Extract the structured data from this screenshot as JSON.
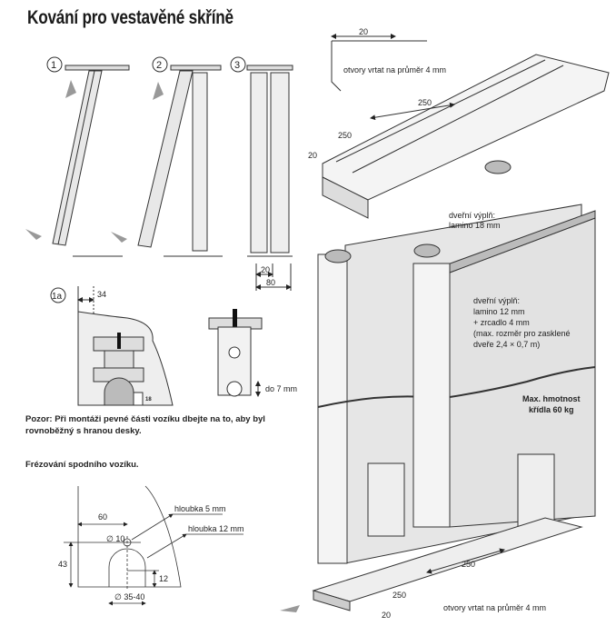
{
  "title": "Kování pro vestavěné skříně",
  "steps": [
    "1",
    "2",
    "3",
    "1a"
  ],
  "dimensions": {
    "profile_top": "20",
    "track_250_a": "250",
    "track_250_b": "250",
    "track_20": "20",
    "step3_20": "20",
    "step3_80": "80",
    "detail_34": "34",
    "detail_18": "18",
    "adjust": "do 7 mm",
    "bottom_250_a": "250",
    "bottom_250_b": "250",
    "bottom_20": "20",
    "mill_60": "60",
    "mill_43": "43",
    "mill_12": "12",
    "mill_d10": "∅ 10",
    "mill_d35": "∅ 35-40",
    "depth5": "hloubka 5 mm",
    "depth12": "hloubka 12 mm"
  },
  "labels": {
    "holes_top": "otvory vrtat na průměr 4 mm",
    "holes_bottom": "otvory vrtat na průměr 4 mm",
    "fill18_l1": "dveřní výplň:",
    "fill18_l2": "lamino 18 mm",
    "fill12_l1": "dveřní výplň:",
    "fill12_l2": "lamino 12 mm",
    "fill12_l3": "+ zrcadlo 4 mm",
    "fill12_l4": "(max. rozměr pro zasklené",
    "fill12_l5": "dveře 2,4 × 0,7 m)",
    "weight_l1": "Max. hmotnost",
    "weight_l2": "křídla 60 kg"
  },
  "warning": "Pozor: Při montáži pevné části vozíku dbejte na to, aby byl rovnoběžný s hranou desky.",
  "milling_title": "Frézování spodního vozíku."
}
